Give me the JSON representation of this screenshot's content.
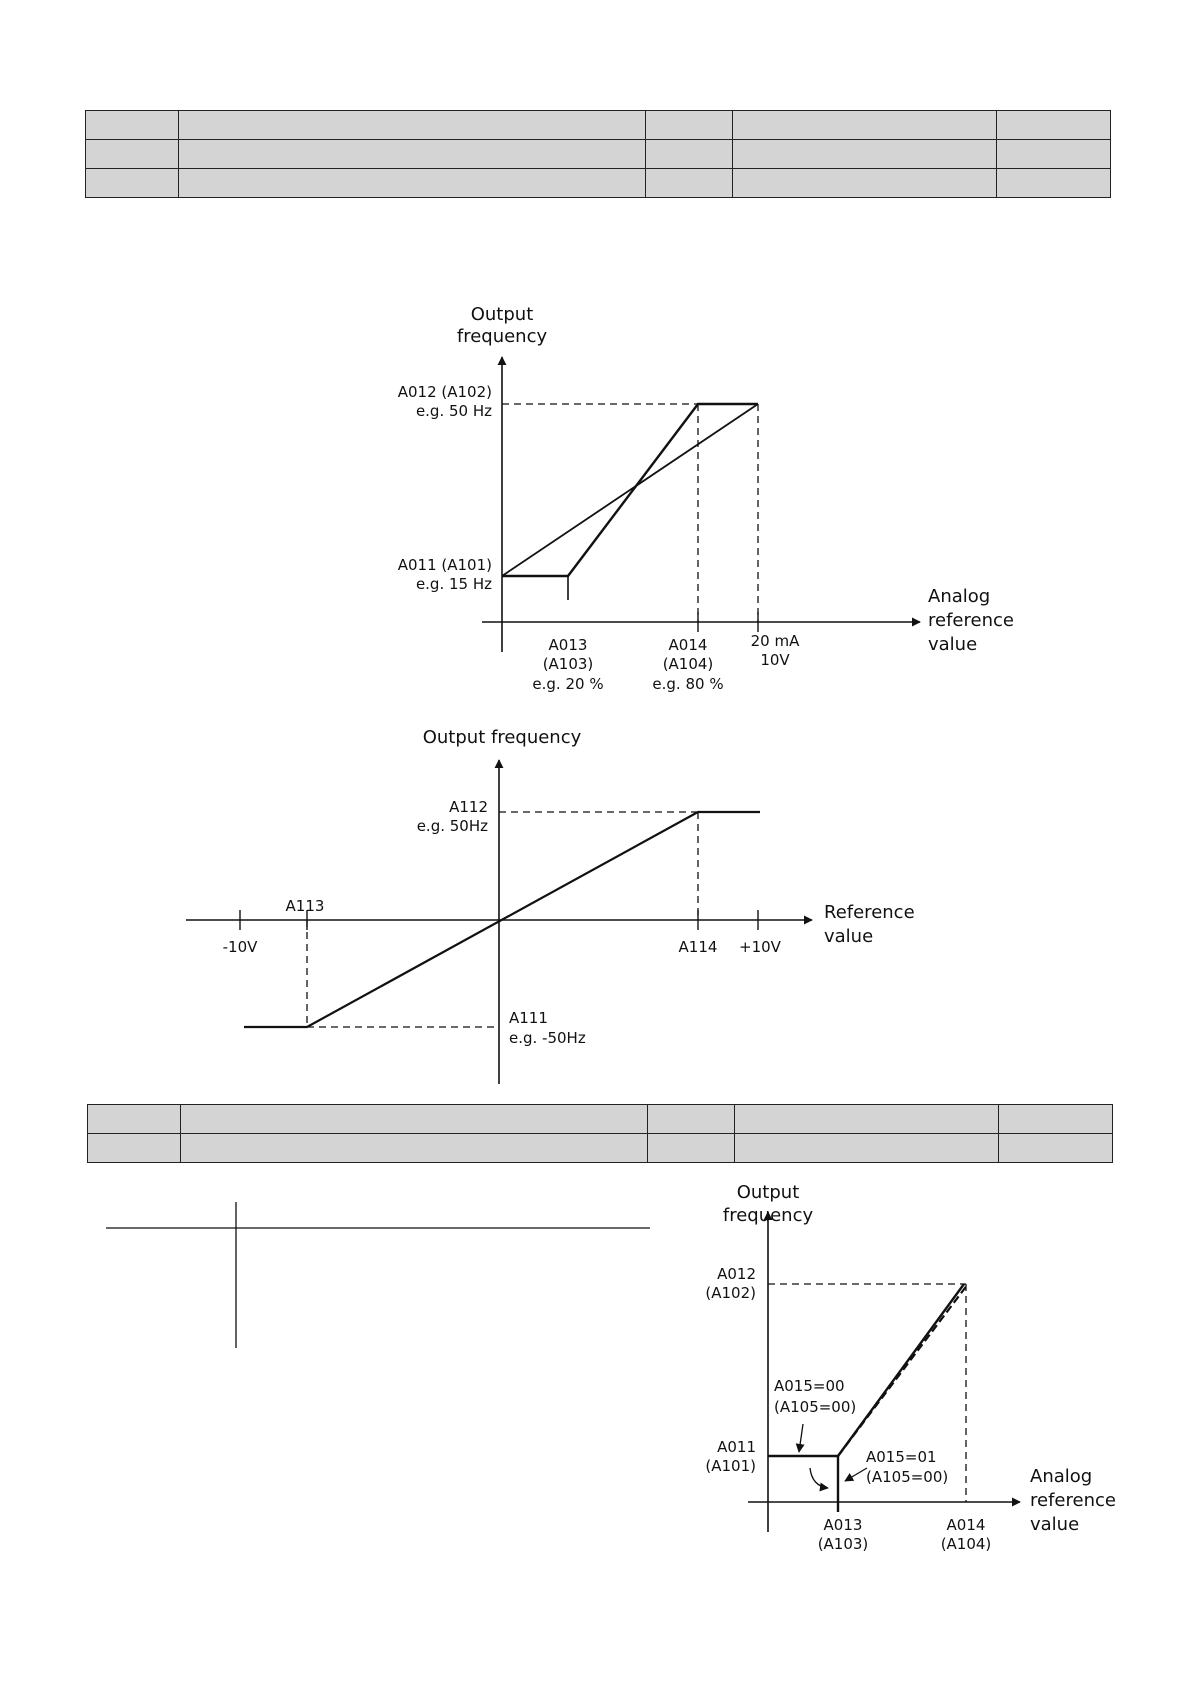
{
  "tables": {
    "top": {
      "rows": 3,
      "cols": 5
    },
    "middle": {
      "rows": 2,
      "cols": 5
    }
  },
  "diagram1": {
    "y_axis": [
      "Output",
      "frequency"
    ],
    "x_axis": [
      "Analog",
      "reference",
      "value"
    ],
    "max_freq": [
      "A012 (A102)",
      "e.g. 50 Hz"
    ],
    "min_freq": [
      "A011 (A101)",
      "e.g. 15 Hz"
    ],
    "start_ref": [
      "A013",
      "(A103)",
      "e.g. 20 %"
    ],
    "end_ref": [
      "A014",
      "(A104)",
      "e.g. 80 %"
    ],
    "full_scale": [
      "20 mA",
      "10V"
    ]
  },
  "diagram2": {
    "y_axis": "Output frequency",
    "x_axis": [
      "Reference",
      "value"
    ],
    "max_freq": [
      "A112",
      "e.g. 50Hz"
    ],
    "min_freq": [
      "A111",
      "e.g. -50Hz"
    ],
    "start_ref": "A113",
    "end_ref": "A114",
    "neg_limit": "-10V",
    "pos_limit": "+10V"
  },
  "diagram3": {
    "y_axis": [
      "Output",
      "frequency"
    ],
    "x_axis": [
      "Analog",
      "reference",
      "value"
    ],
    "max_freq": [
      "A012",
      "(A102)"
    ],
    "min_freq": [
      "A011",
      "(A101)"
    ],
    "start_ref": [
      "A013",
      "(A103)"
    ],
    "end_ref": [
      "A014",
      "(A104)"
    ],
    "mode_00": [
      "A015=00",
      "(A105=00)"
    ],
    "mode_01": [
      "A015=01",
      "(A105=00)"
    ]
  }
}
